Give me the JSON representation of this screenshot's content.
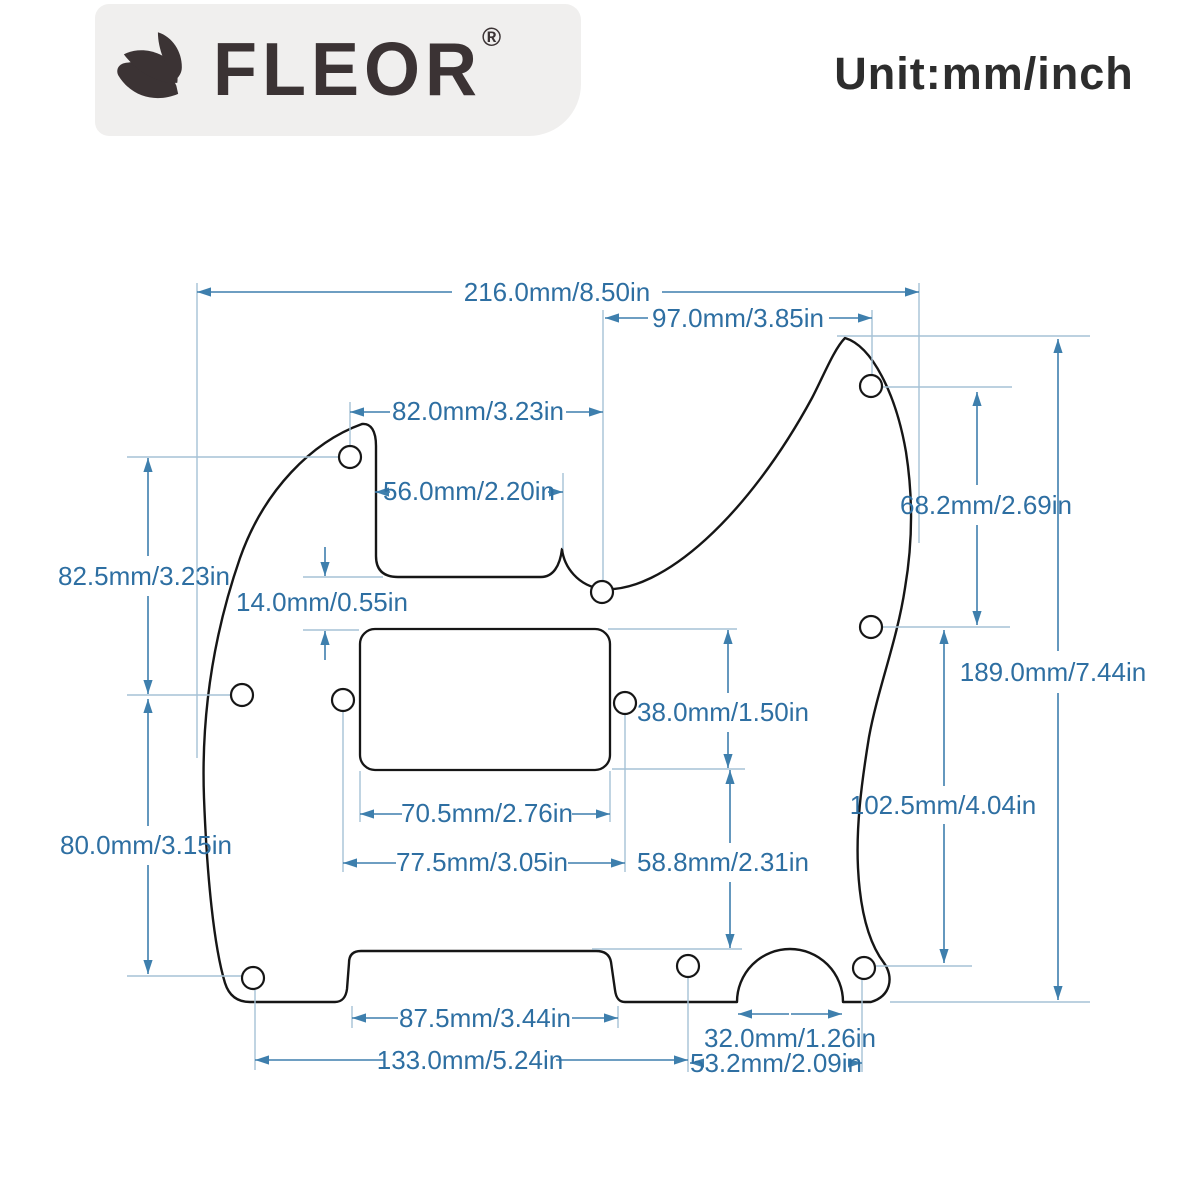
{
  "header": {
    "brand": "FLEOR",
    "registered": "®",
    "unit_label": "Unit:mm/inch"
  },
  "diagram": {
    "title": "Telecaster pickguard dimension drawing",
    "accent_color": "#3e7fad",
    "text_color": "#2e6fa2",
    "outline_color": "#161616",
    "dims": {
      "total_width": "216.0mm/8.50in",
      "right_top_span": "97.0mm/3.85in",
      "left_top_span": "82.0mm/3.23in",
      "neck_notch_width": "56.0mm/2.20in",
      "right_upper_height": "68.2mm/2.69in",
      "left_upper_height": "82.5mm/3.23in",
      "notch_to_pickup_gap": "14.0mm/0.55in",
      "right_full_height": "189.0mm/7.44in",
      "pickup_height": "38.0mm/1.50in",
      "pickup_width": "70.5mm/2.76in",
      "pickup_screw_span": "77.5mm/3.05in",
      "pickup_to_step": "58.8mm/2.31in",
      "right_lower_height": "102.5mm/4.04in",
      "left_lower_height": "80.0mm/3.15in",
      "step_width": "87.5mm/3.44in",
      "arc_cutout_width": "32.0mm/1.26in",
      "bottom_left_span": "133.0mm/5.24in",
      "bottom_right_span": "53.2mm/2.09in"
    }
  }
}
